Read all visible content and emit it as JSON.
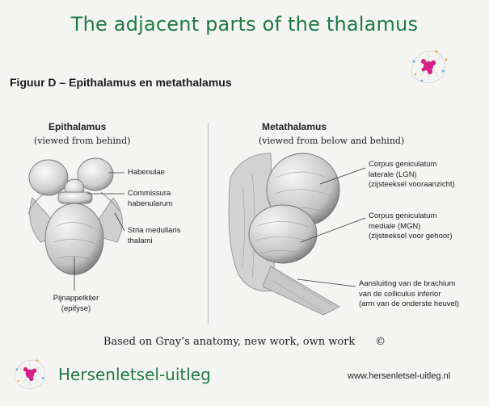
{
  "title": "The adjacent parts of the thalamus",
  "figure_title": "Figuur D – Epithalamus en metathalamus",
  "left_panel": {
    "title": "Epithalamus",
    "subtitle": "(viewed from behind)",
    "labels": {
      "habenulae": "Habenulae",
      "commissura": [
        "Commissura",
        "habenularum"
      ],
      "stria": [
        "Stria medullaris",
        "thalami"
      ],
      "pijnappelklier": [
        "Pijnappelklier",
        "(epifyse)"
      ]
    }
  },
  "right_panel": {
    "title": "Metathalamus",
    "subtitle": "(viewed from below and behind)",
    "labels": {
      "lgn": [
        "Corpus geniculatum",
        "laterale (LGN)",
        "(zijsteeksel vooraanzicht)"
      ],
      "mgn": [
        "Corpus geniculatum",
        "mediale (MGN)",
        "(zijsteeksel voor gehoor)"
      ],
      "brachium": [
        "Aansluiting van de brachium",
        "van de colliculus inferior",
        "(arm van de onderste heuvel)"
      ]
    }
  },
  "credit": "Based on Gray’s anatomy, new work, own work",
  "copyright_symbol": "©",
  "footer": {
    "brand": "Hersenletsel-uitleg",
    "url": "www.hersenletsel-uitleg.nl"
  },
  "colors": {
    "title_green": "#1f7a43",
    "logo_pink": "#d61f86"
  }
}
